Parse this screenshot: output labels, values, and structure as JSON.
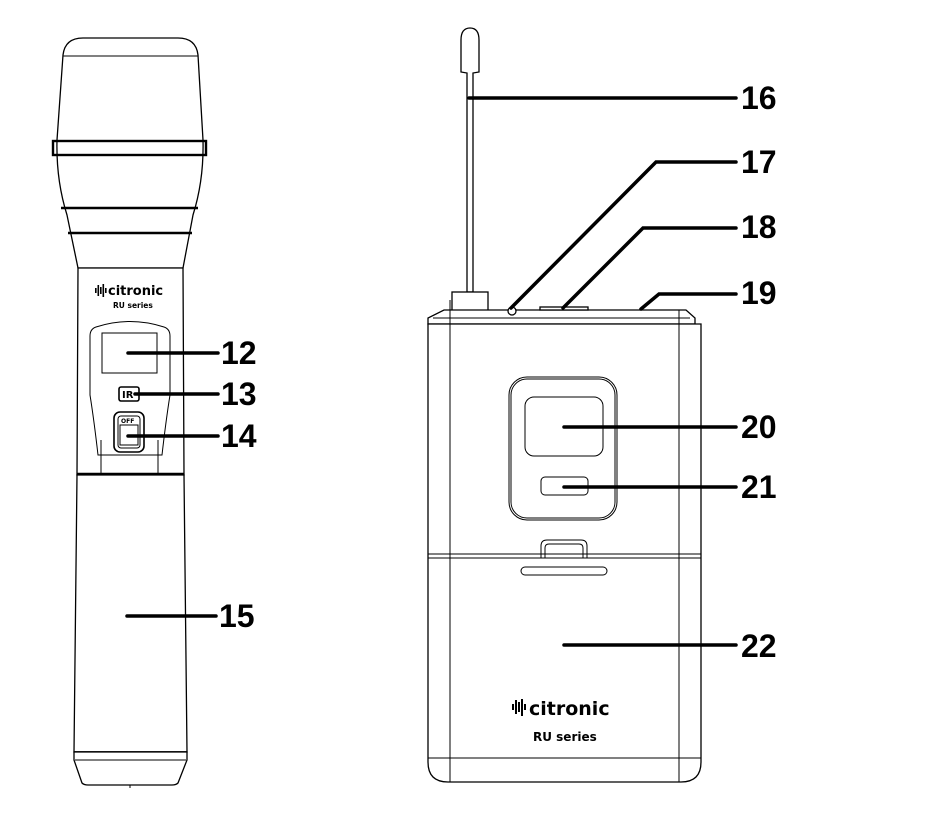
{
  "diagram": {
    "handheld_mic": {
      "brand": "citronic",
      "series": "RU series",
      "ir_label": "IR",
      "switch_label": "OFF",
      "callouts": [
        {
          "number": "12",
          "part": "display"
        },
        {
          "number": "13",
          "part": "ir-sensor"
        },
        {
          "number": "14",
          "part": "power-switch"
        },
        {
          "number": "15",
          "part": "battery-handle"
        }
      ]
    },
    "bodypack": {
      "brand": "citronic",
      "series": "RU series",
      "callouts": [
        {
          "number": "16",
          "part": "antenna"
        },
        {
          "number": "17",
          "part": "led-indicator"
        },
        {
          "number": "18",
          "part": "top-control"
        },
        {
          "number": "19",
          "part": "input-socket"
        },
        {
          "number": "20",
          "part": "display"
        },
        {
          "number": "21",
          "part": "button"
        },
        {
          "number": "22",
          "part": "battery-cover"
        }
      ]
    }
  }
}
